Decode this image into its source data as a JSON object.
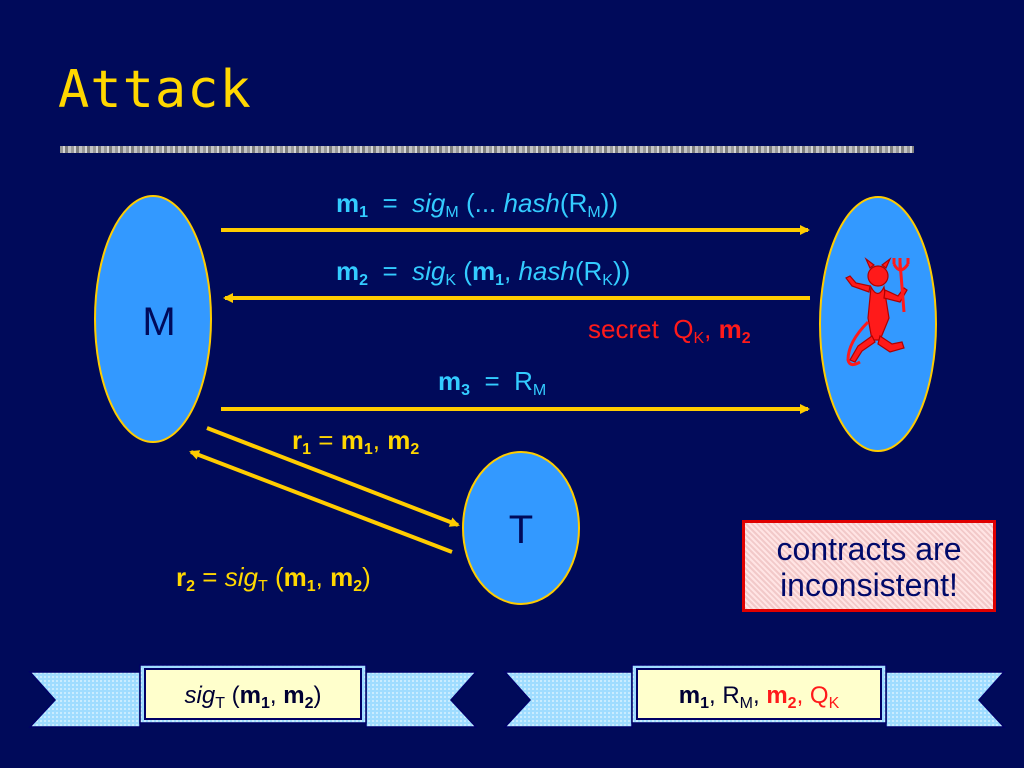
{
  "title": "Attack",
  "nodes": {
    "m_label": "M",
    "t_label": "T"
  },
  "messages": {
    "m1": {
      "lhs": "m",
      "lhs_sub": "1",
      "eq": "=",
      "sig": "sig",
      "sig_sub": "M",
      "open": "(...",
      "hash": "hash",
      "arg": "(R",
      "arg_sub": "M",
      "close": "))"
    },
    "m2": {
      "lhs": "m",
      "lhs_sub": "2",
      "eq": "=",
      "sig": "sig",
      "sig_sub": "K",
      "open": "(",
      "m": "m",
      "m_sub": "1",
      "comma": ",",
      "hash": "hash",
      "arg": "(R",
      "arg_sub": "K",
      "close": "))"
    },
    "secret": {
      "word": "secret",
      "q": "Q",
      "q_sub": "K",
      "comma": ",",
      "m": "m",
      "m_sub": "2"
    },
    "m3": {
      "lhs": "m",
      "lhs_sub": "3",
      "eq": "=",
      "r": "R",
      "r_sub": "M"
    },
    "r1": {
      "lhs": "r",
      "lhs_sub": "1",
      "eq": "=",
      "m1": "m",
      "m1_sub": "1",
      "comma": ",",
      "m2": "m",
      "m2_sub": "2"
    },
    "r2": {
      "lhs": "r",
      "lhs_sub": "2",
      "eq": "=",
      "sig": "sig",
      "sig_sub": "T",
      "open": "(",
      "m1": "m",
      "m1_sub": "1",
      "comma": ",",
      "m2": "m",
      "m2_sub": "2",
      "close": ")"
    }
  },
  "callout": {
    "line1": "contracts are",
    "line2": "inconsistent!"
  },
  "banner_left": {
    "sig": "sig",
    "sig_sub": "T",
    "open": "(",
    "m1": "m",
    "m1_sub": "1",
    "comma": ",",
    "m2": "m",
    "m2_sub": "2",
    "close": ")"
  },
  "banner_right": {
    "m1": "m",
    "m1_sub": "1",
    "comma1": ",",
    "r": "R",
    "r_sub": "M",
    "comma2": ",",
    "m2": "m",
    "m2_sub": "2",
    "comma3": ",",
    "q": "Q",
    "q_sub": "K"
  },
  "colors": {
    "background": "#000a5a",
    "node": "#3399ff",
    "arrow": "#ffcc00",
    "title": "#ffd700",
    "message": "#33ccff",
    "secret": "#ff1a1a",
    "callout_border": "#e00000",
    "banner": "#99ddff"
  },
  "icons": {
    "attacker": "devil-icon"
  }
}
